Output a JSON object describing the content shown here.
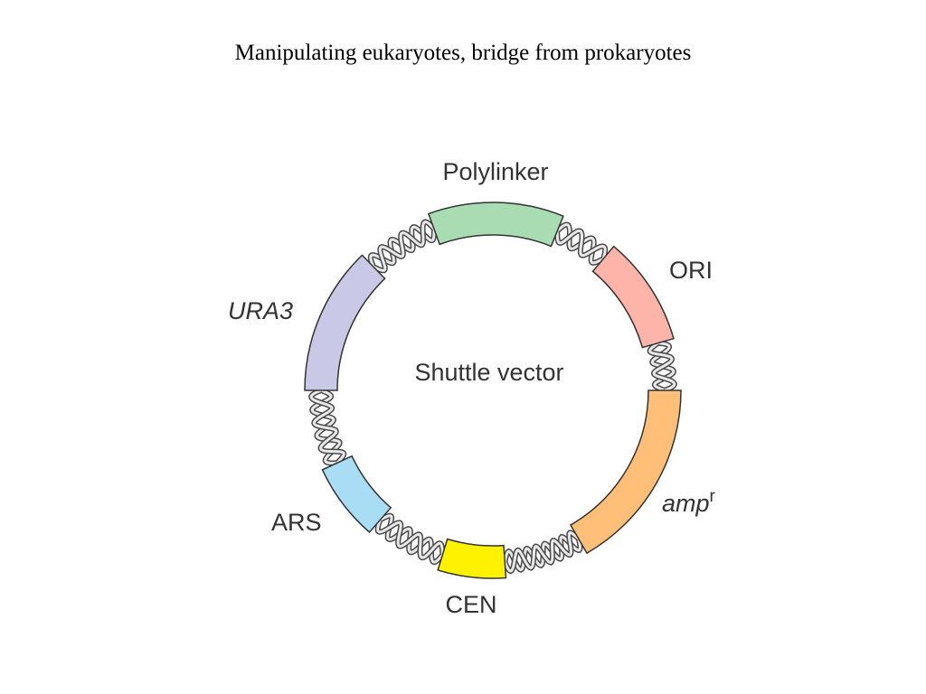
{
  "title": "Manipulating eukaryotes, bridge from prokaryotes",
  "center_label": "Shuttle vector",
  "labels": {
    "polylinker": "Polylinker",
    "ori": "ORI",
    "amp": "amp",
    "amp_sup": "r",
    "cen": "CEN",
    "ars": "ARS",
    "ura3": "URA3"
  },
  "colors": {
    "polylinker": "#a9dcb2",
    "ori": "#ffb4aa",
    "amp": "#ffbf78",
    "cen": "#fff200",
    "ars": "#a9dcf5",
    "ura3": "#c9c9e7",
    "helix_outline": "#4a4a4a",
    "helix_fill": "#e8e8e8"
  }
}
